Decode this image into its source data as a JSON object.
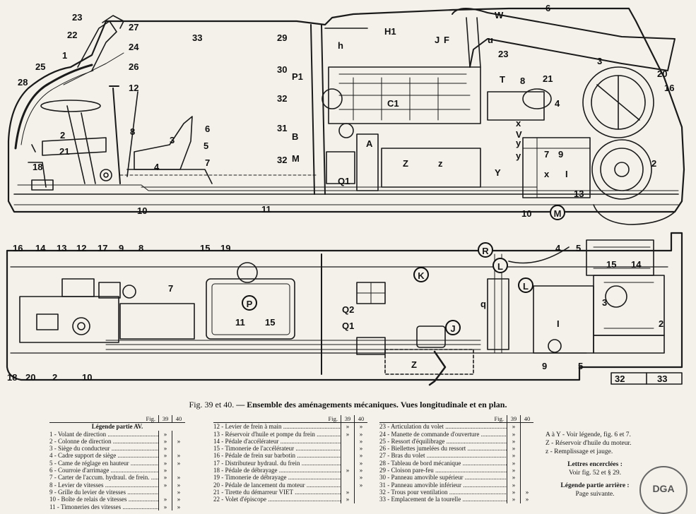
{
  "figure": {
    "caption_fig": "Fig. 39 et 40.",
    "caption_title": "— Ensemble des aménagements mécaniques.",
    "caption_rest": "Vues longitudinale et en plan."
  },
  "labels_top": [
    "23",
    "27",
    "22",
    "33",
    "24",
    "1",
    "26",
    "25",
    "12",
    "28",
    "2",
    "8",
    "21",
    "18",
    "3",
    "6",
    "5",
    "4",
    "7",
    "10",
    "11",
    "29",
    "30",
    "P1",
    "32",
    "31",
    "B",
    "32",
    "M",
    "Q1",
    "h",
    "H1",
    "J",
    "F",
    "u",
    "W",
    "23",
    "A",
    "C1",
    "z",
    "Z",
    "T",
    "8",
    "21",
    "3",
    "20",
    "16",
    "4",
    "x",
    "V",
    "y",
    "y",
    "7",
    "9",
    "Y",
    "x",
    "I",
    "2",
    "13",
    "10",
    "6"
  ],
  "labels_top_circled": [
    "M"
  ],
  "labels_bottom": [
    "16",
    "14",
    "13",
    "12",
    "17",
    "9",
    "8",
    "15",
    "19",
    "7",
    "11",
    "15",
    "Q2",
    "Q1",
    "4",
    "5",
    "15",
    "14",
    "3",
    "I",
    "2",
    "q",
    "Z",
    "9",
    "5",
    "18",
    "20",
    "2",
    "10",
    "32",
    "33"
  ],
  "labels_bottom_circled": [
    "R",
    "K",
    "P",
    "L",
    "L",
    "J"
  ],
  "legend": {
    "head_fig": "Fig.",
    "head_39": "39",
    "head_40": "40",
    "section_av": "Légende partie AV.",
    "col1": [
      {
        "t": "1 - Volant de direction",
        "a": "»",
        "b": ""
      },
      {
        "t": "2 - Colonne de direction",
        "a": "»",
        "b": "»"
      },
      {
        "t": "3 - Siège du conducteur",
        "a": "»",
        "b": ""
      },
      {
        "t": "4 - Cadre support de siège",
        "a": "»",
        "b": "»"
      },
      {
        "t": "5 - Came de réglage en hauteur",
        "a": "»",
        "b": "»"
      },
      {
        "t": "6 - Courroie d'arrimage",
        "a": "»",
        "b": ""
      },
      {
        "t": "7 - Carter de l'accum. hydraul. de frein.",
        "a": "»",
        "b": "»"
      },
      {
        "t": "8 - Levier de vitesses",
        "a": "»",
        "b": "»"
      },
      {
        "t": "9 - Grille du levier de vitesses",
        "a": "",
        "b": "»"
      },
      {
        "t": "10 - Boîte de relais de vitesses",
        "a": "»",
        "b": "»"
      },
      {
        "t": "11 - Timoneries des vitesses",
        "a": "»",
        "b": "»"
      }
    ],
    "col2": [
      {
        "t": "12 - Levier de frein à main",
        "a": "»",
        "b": "»"
      },
      {
        "t": "13 - Réservoir d'huile et pompe du frein",
        "a": "»",
        "b": "»"
      },
      {
        "t": "14 - Pédale d'accélérateur",
        "a": "",
        "b": "»"
      },
      {
        "t": "15 - Timonerie de l'accélérateur",
        "a": "",
        "b": "»"
      },
      {
        "t": "16 - Pédale de frein sur barbotin",
        "a": "",
        "b": "»"
      },
      {
        "t": "17 - Distributeur hydraul. du frein",
        "a": "",
        "b": "»"
      },
      {
        "t": "18 - Pédale de débrayage",
        "a": "»",
        "b": "»"
      },
      {
        "t": "19 - Timonerie de débrayage",
        "a": "",
        "b": "»"
      },
      {
        "t": "20 - Pédale de lancement du moteur",
        "a": "",
        "b": "»"
      },
      {
        "t": "21 - Tirette du démarreur VIET",
        "a": "»",
        "b": ""
      },
      {
        "t": "22 - Volet d'épiscope",
        "a": "»",
        "b": ""
      }
    ],
    "col3": [
      {
        "t": "23 - Articulation du volet",
        "a": "»",
        "b": ""
      },
      {
        "t": "24 - Manette de commande d'ouverture",
        "a": "»",
        "b": ""
      },
      {
        "t": "25 - Ressort d'équilibrage",
        "a": "»",
        "b": ""
      },
      {
        "t": "26 - Biellettes jumelées du ressort",
        "a": "»",
        "b": ""
      },
      {
        "t": "27 - Bras du volet",
        "a": "»",
        "b": ""
      },
      {
        "t": "28 - Tableau de bord mécanique",
        "a": "»",
        "b": ""
      },
      {
        "t": "29 - Cloison pare-feu",
        "a": "»",
        "b": ""
      },
      {
        "t": "30 - Panneau amovible supérieur",
        "a": "»",
        "b": ""
      },
      {
        "t": "31 - Panneau amovible inférieur",
        "a": "»",
        "b": ""
      },
      {
        "t": "32 - Trous pour ventilation",
        "a": "»",
        "b": "»"
      },
      {
        "t": "33 - Emplacement de la tourelle",
        "a": "»",
        "b": "»"
      }
    ]
  },
  "notes": {
    "l1": "A à Y - Voir légende, fig. 6 et 7.",
    "l2": "Z - Réservoir d'huile du moteur.",
    "l3": "z - Remplissage et jauge.",
    "t1": "Lettres encerclées :",
    "l4": "Voir fig. 52 et § 29.",
    "t2": "Légende partie arrière :",
    "l5": "Page suivante."
  },
  "stamp": "DGA"
}
